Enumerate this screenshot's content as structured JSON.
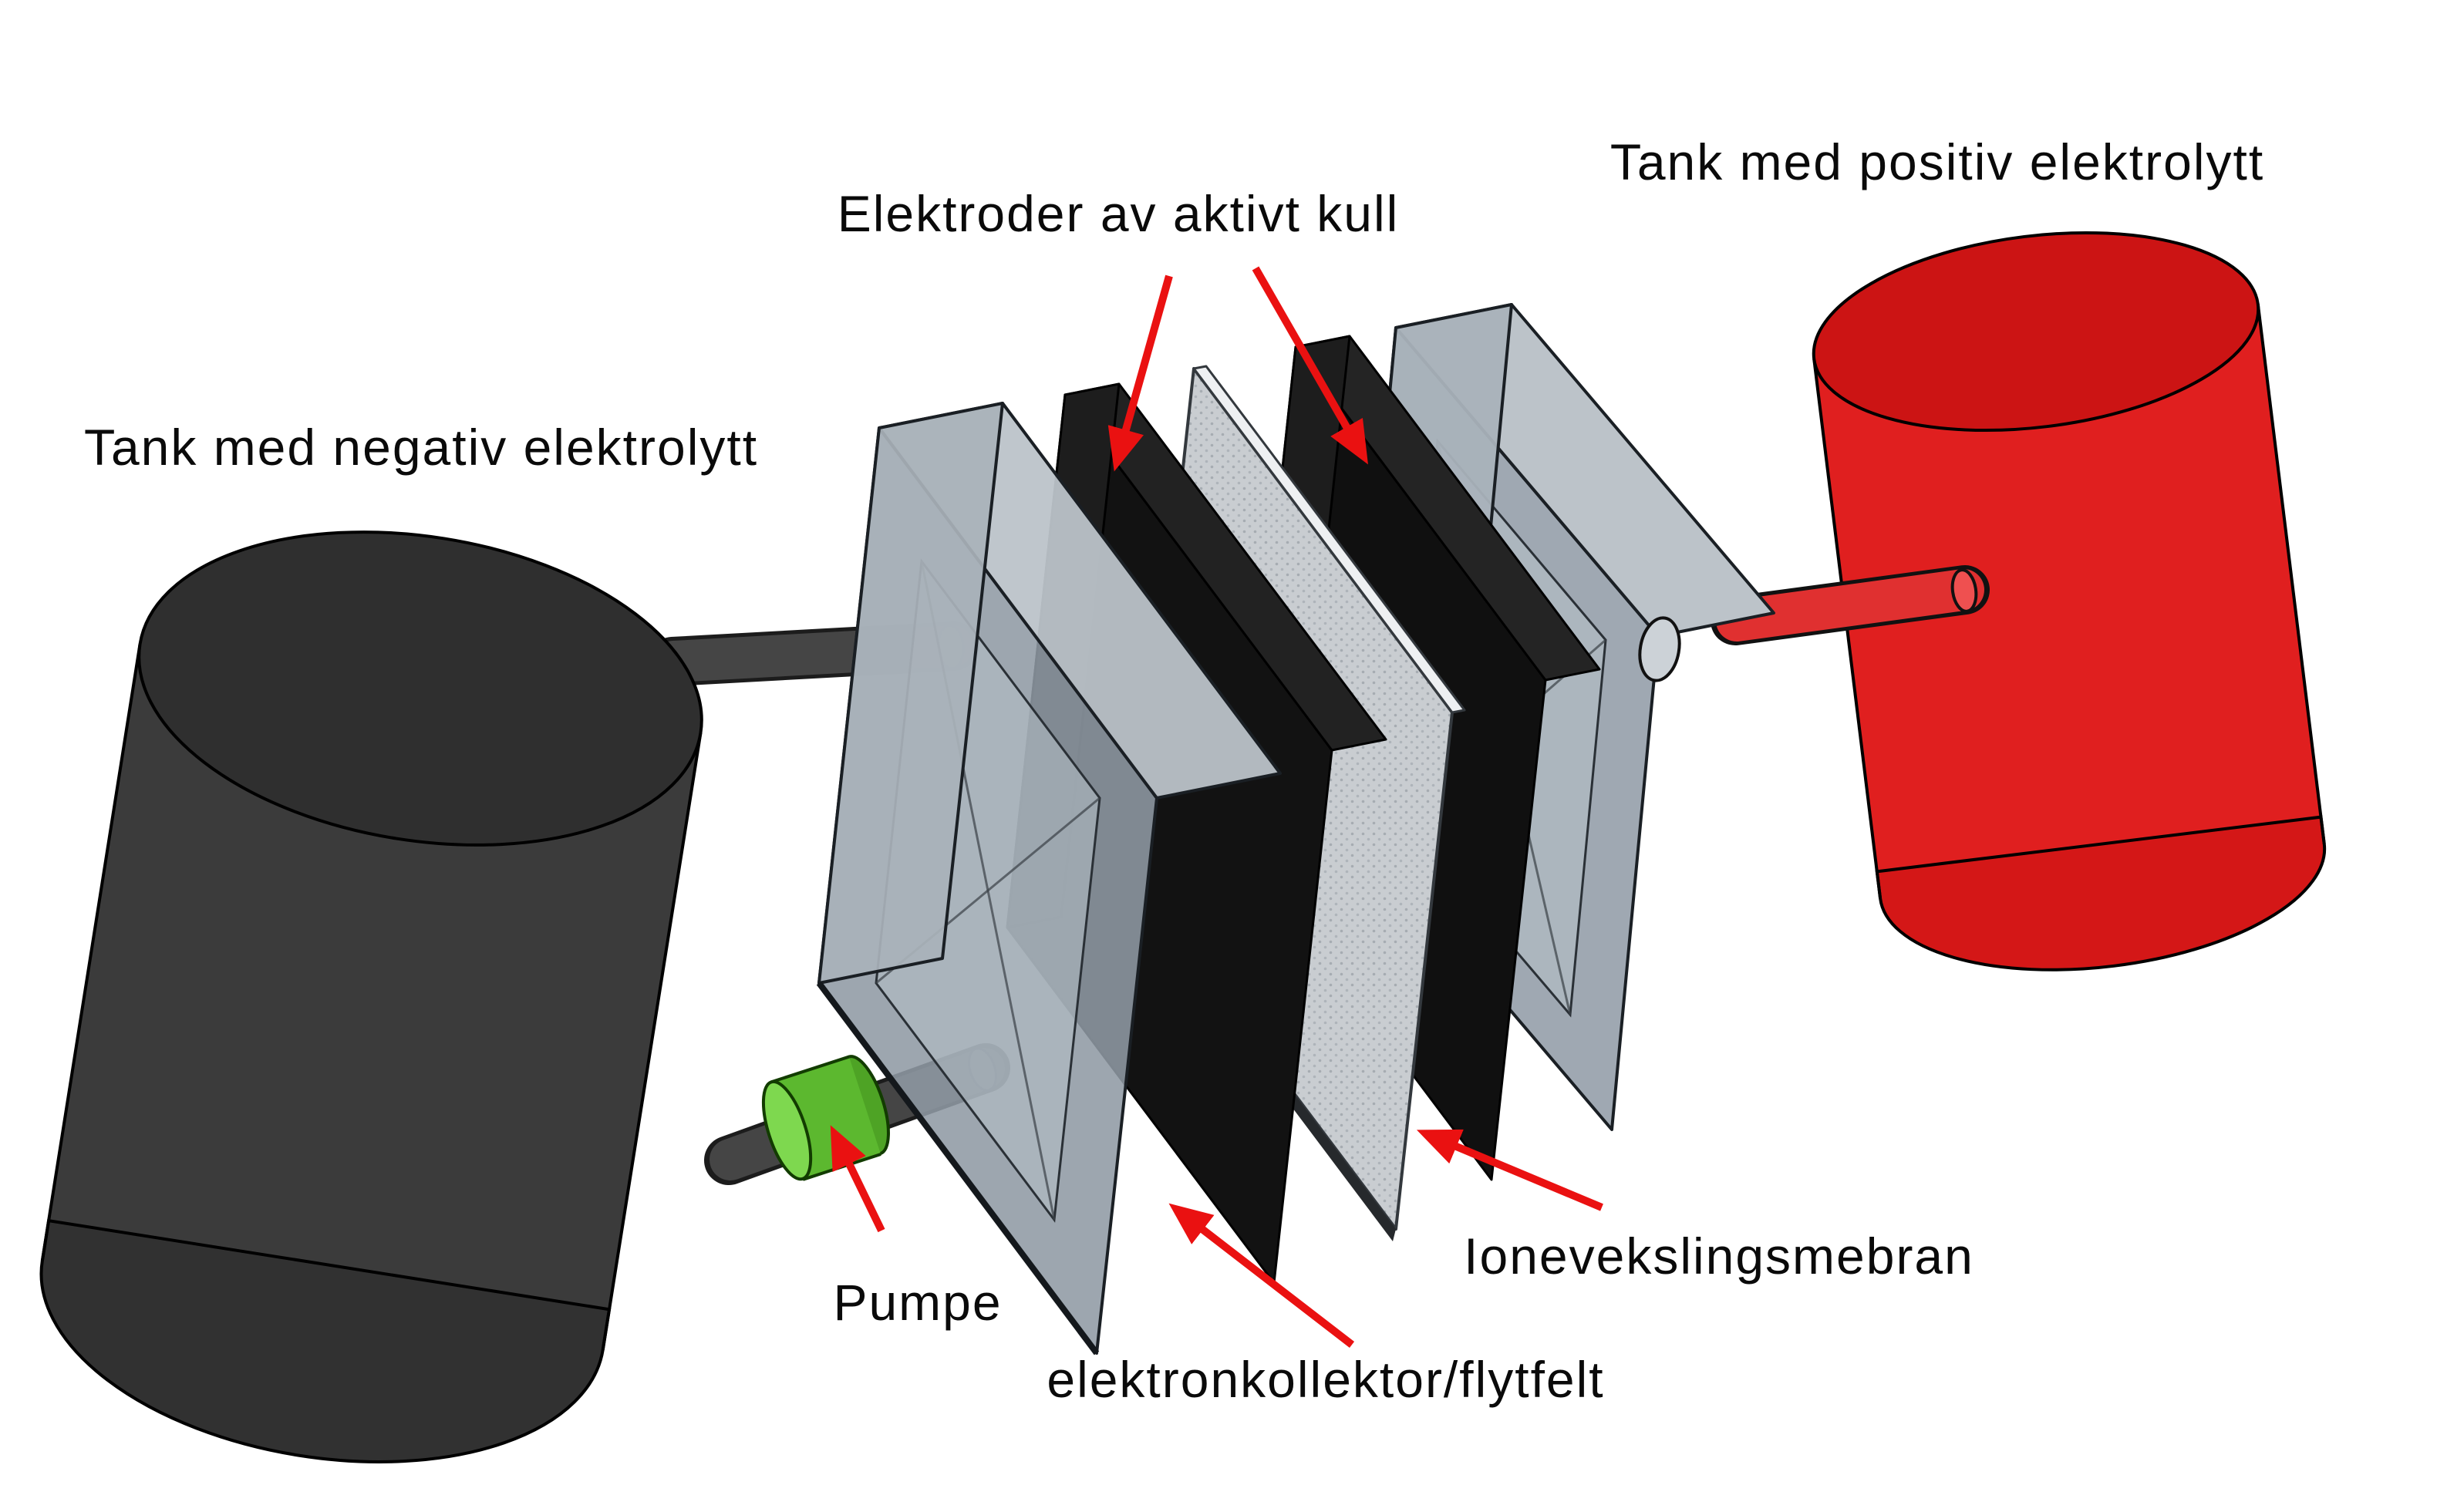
{
  "diagram": {
    "type": "flow-battery-exploded-view",
    "labels": {
      "tank_negative": "Tank med negativ elektrolytt",
      "tank_positive": "Tank med positiv elektrolytt",
      "electrodes": "Elektroder av aktivt kull",
      "membrane": "Ionevekslingsmebran",
      "collector": "elektronkollektor/flytfelt",
      "pump": "Pumpe"
    },
    "components": [
      {
        "name": "negative-electrolyte-tank",
        "label": "Tank med negativ elektrolytt",
        "color": "#3b3b3b"
      },
      {
        "name": "positive-electrolyte-tank",
        "label": "Tank med positiv elektrolytt",
        "color": "#e01f1f"
      },
      {
        "name": "activated-carbon-electrodes",
        "label": "Elektroder av aktivt kull",
        "color": "#131313",
        "count": 2
      },
      {
        "name": "ion-exchange-membrane",
        "label": "Ionevekslingsmebran",
        "color": "#c9cdd1"
      },
      {
        "name": "electron-collector-flow-field",
        "label": "elektronkollektor/flytfelt",
        "color": "#97a1ab",
        "count": 2
      },
      {
        "name": "pump",
        "label": "Pumpe",
        "color": "#5cb82f"
      }
    ],
    "colors": {
      "background": "#ffffff",
      "arrow_red": "#ea1111",
      "pipe_gray": "#424242",
      "pipe_red": "#e03030",
      "text": "#0a0a0a"
    }
  }
}
